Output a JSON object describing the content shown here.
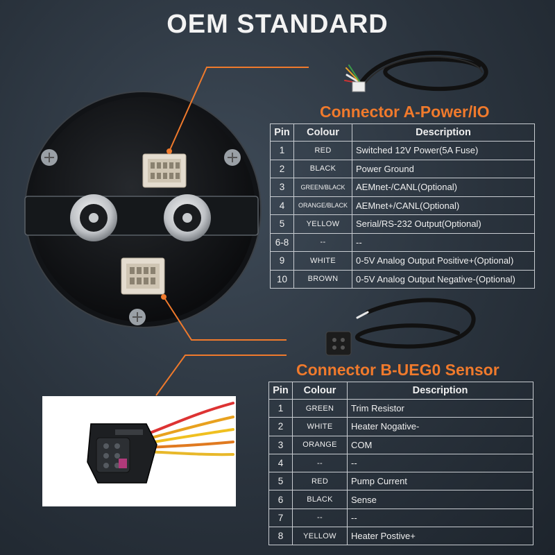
{
  "title": "OEM STANDARD",
  "accent_color": "#f07a2c",
  "connector_a": {
    "title": "Connector A-Power/IO",
    "headers": {
      "pin": "Pin",
      "colour": "Colour",
      "description": "Description"
    },
    "rows": [
      {
        "pin": "1",
        "colour": "RED",
        "description": "Switched 12V Power(5A Fuse)"
      },
      {
        "pin": "2",
        "colour": "BLACK",
        "description": "Power Ground"
      },
      {
        "pin": "3",
        "colour": "GREEN/BLACK",
        "description": "AEMnet-/CANL(Optional)"
      },
      {
        "pin": "4",
        "colour": "ORANGE/BLACK",
        "description": "AEMnet+/CANL(Optional)"
      },
      {
        "pin": "5",
        "colour": "YELLOW",
        "description": "Serial/RS-232 Output(Optional)"
      },
      {
        "pin": "6-8",
        "colour": "--",
        "description": "--"
      },
      {
        "pin": "9",
        "colour": "WHITE",
        "description": "0-5V Analog Output Positive+(Optional)"
      },
      {
        "pin": "10",
        "colour": "BROWN",
        "description": "0-5V Analog Output Negative-(Optional)"
      }
    ]
  },
  "connector_b": {
    "title": "Connector B-UEG0 Sensor",
    "headers": {
      "pin": "Pin",
      "colour": "Colour",
      "description": "Description"
    },
    "rows": [
      {
        "pin": "1",
        "colour": "GREEN",
        "description": "Trim Resistor"
      },
      {
        "pin": "2",
        "colour": "WHITE",
        "description": "Heater Nogative-"
      },
      {
        "pin": "3",
        "colour": "ORANGE",
        "description": "COM"
      },
      {
        "pin": "4",
        "colour": "--",
        "description": "--"
      },
      {
        "pin": "5",
        "colour": "RED",
        "description": "Pump Current"
      },
      {
        "pin": "6",
        "colour": "BLACK",
        "description": "Sense"
      },
      {
        "pin": "7",
        "colour": "--",
        "description": "--"
      },
      {
        "pin": "8",
        "colour": "YELLOW",
        "description": "Heater Postive+"
      }
    ]
  }
}
